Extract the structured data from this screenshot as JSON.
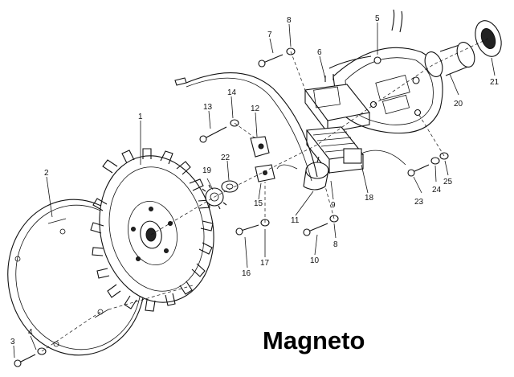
{
  "title": "Magneto",
  "callouts": [
    {
      "id": "c1",
      "text": "1"
    },
    {
      "id": "c2",
      "text": "2"
    },
    {
      "id": "c3",
      "text": "3"
    },
    {
      "id": "c4",
      "text": "4"
    },
    {
      "id": "c5",
      "text": "5"
    },
    {
      "id": "c6",
      "text": "6"
    },
    {
      "id": "c7",
      "text": "7"
    },
    {
      "id": "c8a",
      "text": "8"
    },
    {
      "id": "c8b",
      "text": "8"
    },
    {
      "id": "c9",
      "text": "9"
    },
    {
      "id": "c10",
      "text": "10"
    },
    {
      "id": "c11",
      "text": "11"
    },
    {
      "id": "c12",
      "text": "12"
    },
    {
      "id": "c13",
      "text": "13"
    },
    {
      "id": "c14",
      "text": "14"
    },
    {
      "id": "c15",
      "text": "15"
    },
    {
      "id": "c16",
      "text": "16"
    },
    {
      "id": "c17",
      "text": "17"
    },
    {
      "id": "c18",
      "text": "18"
    },
    {
      "id": "c19",
      "text": "19"
    },
    {
      "id": "c20",
      "text": "20"
    },
    {
      "id": "c21",
      "text": "21"
    },
    {
      "id": "c22",
      "text": "22"
    },
    {
      "id": "c23",
      "text": "23"
    },
    {
      "id": "c24",
      "text": "24"
    },
    {
      "id": "c25",
      "text": "25"
    }
  ]
}
